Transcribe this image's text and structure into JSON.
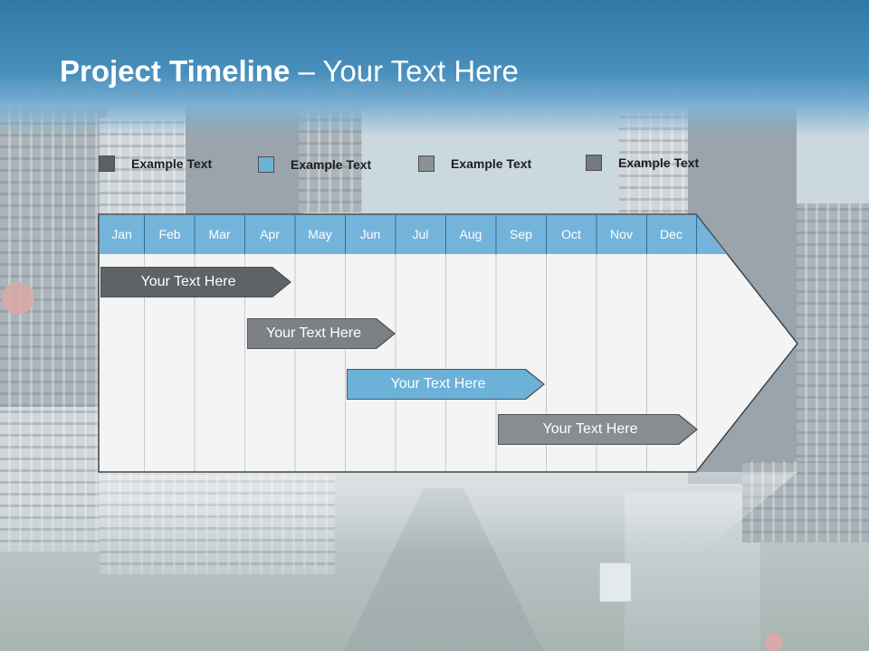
{
  "slide": {
    "title_bold": "Project Timeline",
    "title_rest": " – Your Text Here"
  },
  "legend": [
    {
      "label": "Example Text",
      "color": "#5b6063"
    },
    {
      "label": "Example Text",
      "color": "#6cb1d8"
    },
    {
      "label": "Example Text",
      "color": "#8e9194"
    },
    {
      "label": "Example Text",
      "color": "#75797c"
    }
  ],
  "timeline": {
    "months": [
      "Jan",
      "Feb",
      "Mar",
      "Apr",
      "May",
      "Jun",
      "Jul",
      "Aug",
      "Sep",
      "Oct",
      "Nov",
      "Dec"
    ],
    "header_color": "#74b4db",
    "tasks": [
      {
        "label": "Your  Text Here",
        "color": "#5f6366"
      },
      {
        "label": "Your  Text Here",
        "color": "#7d8185"
      },
      {
        "label": "Your  Text Here",
        "color": "#6cb1d8"
      },
      {
        "label": "Your  Text Here",
        "color": "#8a8d90"
      }
    ]
  }
}
